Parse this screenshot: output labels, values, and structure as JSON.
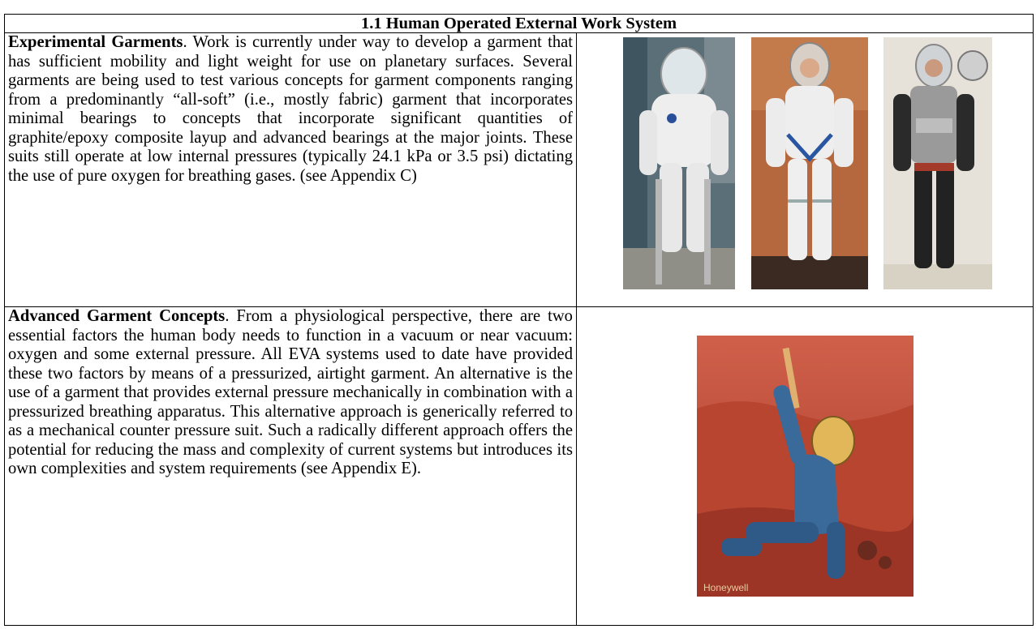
{
  "section_title": "1.1 Human Operated External Work System",
  "row1": {
    "heading": "Experimental Garments",
    "body": ".  Work is currently under way to develop a garment that has sufficient mobility and light weight for use on planetary surfaces.  Several garments are being used to test various concepts for garment components ranging from a predominantly “all-soft” (i.e., mostly fabric) garment that incorporates minimal bearings to concepts that incorporate significant quantities of graphite/epoxy composite layup and advanced bearings at the major joints. These suits still operate at low internal pressures (typically 24.1 kPa or 3.5 psi) dictating the use of pure oxygen for breathing gases.  (see Appendix C)"
  },
  "row2": {
    "heading": "Advanced Garment Concepts",
    "body": ".   From a physiological perspective, there are two essential factors the human body needs to function in a vacuum or near vacuum:  oxygen and some external pressure.  All EVA systems used to date have provided these two factors by means of a pressurized, airtight garment.  An alternative is the use of a garment that provides external pressure mechanically in combination with a pressurized breathing apparatus.  This alternative approach is generically referred to as a mechanical counter pressure suit.  Such a radically different approach offers the potential for reducing the mass and complexity of current systems but introduces its own complexities and system requirements (see Appendix E)."
  },
  "illustration_watermark": "Honeywell",
  "colors": {
    "mars_red": "#c0503a",
    "suit_white": "#eeeeee",
    "suit_blue": "#3a6a9a"
  }
}
